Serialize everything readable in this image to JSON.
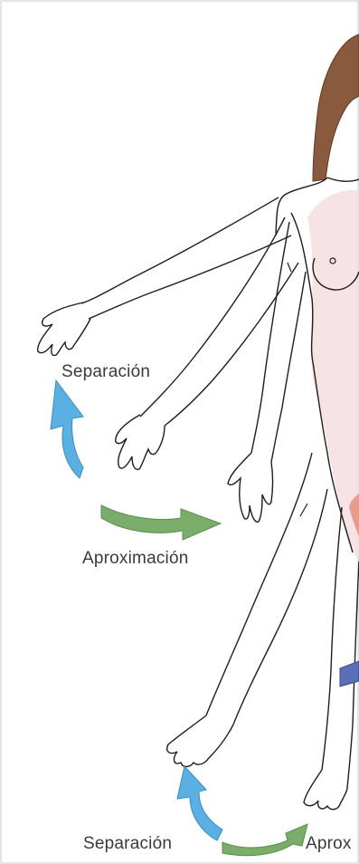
{
  "labels": {
    "upper_separation": "Separación",
    "upper_approximation": "Aproximación",
    "lower_separation": "Separación",
    "lower_approximation_partial": "Aprox"
  },
  "colors": {
    "separation_arrow": "#5ab0e3",
    "approximation_arrow": "#7aad6a",
    "skin_tint": "#f6dde0",
    "hair": "#8a5a3e",
    "outline": "#1e1e1e",
    "band": "#5a6fb8",
    "knee_tint": "#e0806a"
  }
}
